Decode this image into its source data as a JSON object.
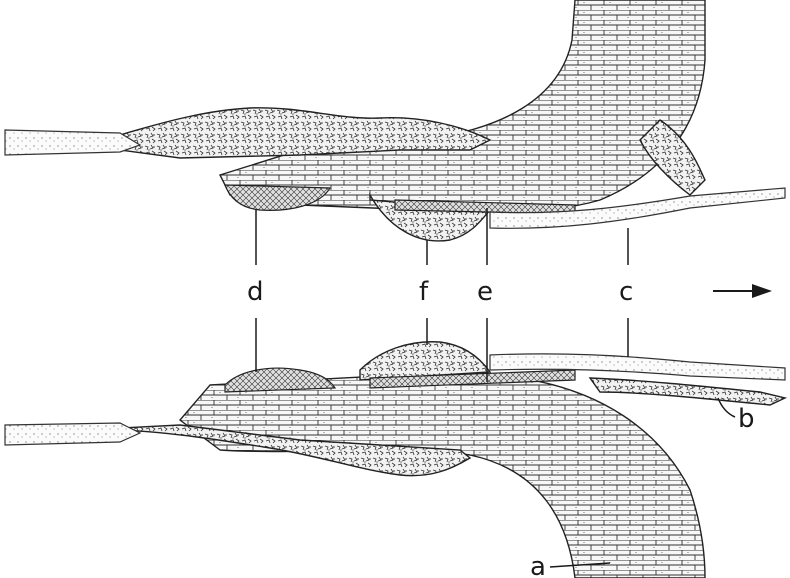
{
  "labels": {
    "a": "a",
    "b": "b",
    "c": "c",
    "d": "d",
    "e": "e",
    "f": "f"
  },
  "arrow_icon": "arrow-right-icon",
  "colors": {
    "ink": "#1a1a1a",
    "paper": "#ffffff"
  }
}
